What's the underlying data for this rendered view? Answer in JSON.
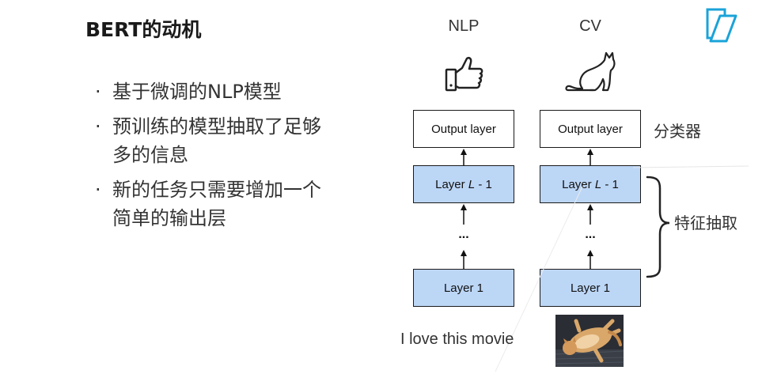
{
  "title": "BERT的动机",
  "bullets": [
    {
      "lines": [
        "基于微调的NLP模型"
      ]
    },
    {
      "lines": [
        "预训练的模型抽取了足够",
        "多的信息"
      ]
    },
    {
      "lines": [
        "新的任务只需要增加一个",
        "简单的输出层"
      ]
    }
  ],
  "columns": {
    "nlp": {
      "header": "NLP",
      "output_label": "Output layer",
      "top_layer_prefix": "Layer ",
      "top_layer_var": "L",
      "top_layer_suffix": " - 1",
      "dots": "...",
      "bottom_layer": "Layer 1",
      "input_text": "I love this movie"
    },
    "cv": {
      "header": "CV",
      "output_label": "Output layer",
      "top_layer_prefix": "Layer ",
      "top_layer_var": "L",
      "top_layer_suffix": " - 1",
      "dots": "...",
      "bottom_layer": "Layer 1"
    }
  },
  "side_labels": {
    "classifier": "分类器",
    "feature_extraction": "特征抽取"
  },
  "colors": {
    "layer_fill": "#bcd6f6",
    "logo": "#1aa3d8"
  },
  "icons": {
    "nlp": "thumbs-up-icon",
    "cv": "cat-icon",
    "logo": "book-logo-icon"
  }
}
